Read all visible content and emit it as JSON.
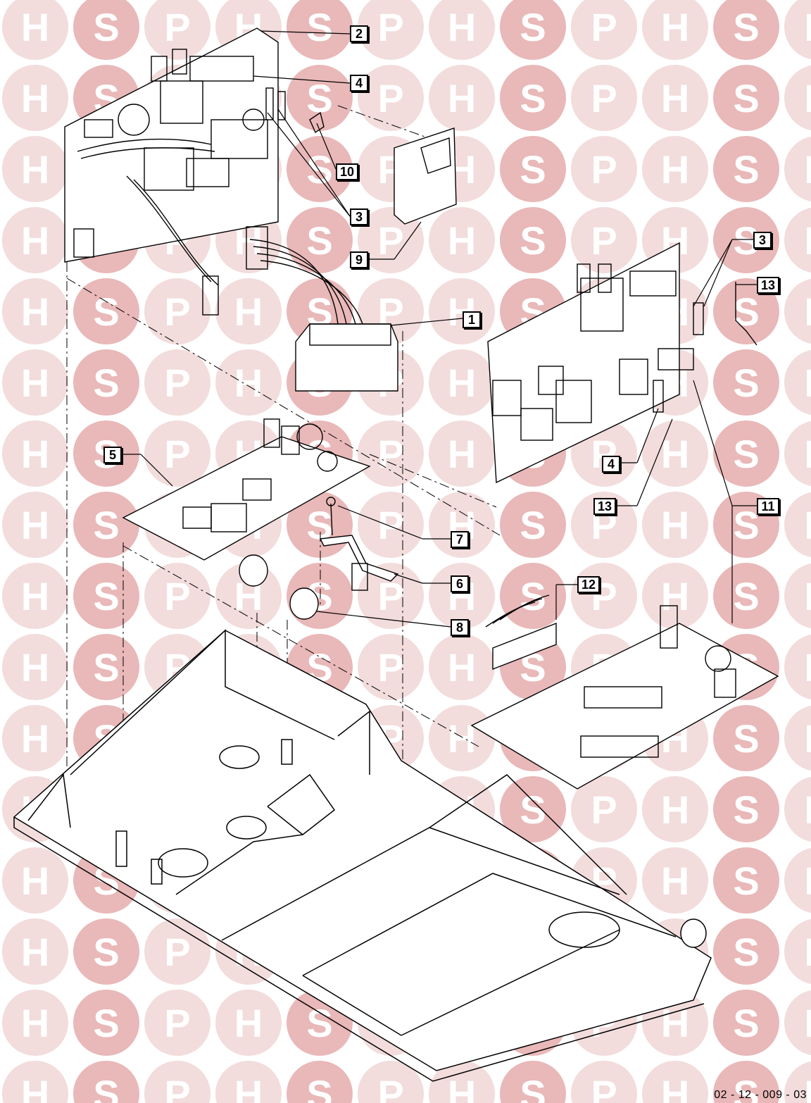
{
  "watermark": {
    "letters": [
      "H",
      "S",
      "P"
    ],
    "circle_color": "#f2dcdc",
    "accent_color": "#e9b8b8",
    "letter_color": "#ffffff"
  },
  "callouts": [
    {
      "id": "2",
      "label": "2"
    },
    {
      "id": "4a",
      "label": "4"
    },
    {
      "id": "10",
      "label": "10"
    },
    {
      "id": "3a",
      "label": "3"
    },
    {
      "id": "9",
      "label": "9"
    },
    {
      "id": "3b",
      "label": "3"
    },
    {
      "id": "13a",
      "label": "13"
    },
    {
      "id": "1",
      "label": "1"
    },
    {
      "id": "5",
      "label": "5"
    },
    {
      "id": "4b",
      "label": "4"
    },
    {
      "id": "13b",
      "label": "13"
    },
    {
      "id": "11",
      "label": "11"
    },
    {
      "id": "7",
      "label": "7"
    },
    {
      "id": "6",
      "label": "6"
    },
    {
      "id": "12",
      "label": "12"
    },
    {
      "id": "8",
      "label": "8"
    }
  ],
  "drawing_code": "02 - 12 - 009 - 03",
  "line_color": "#000000"
}
